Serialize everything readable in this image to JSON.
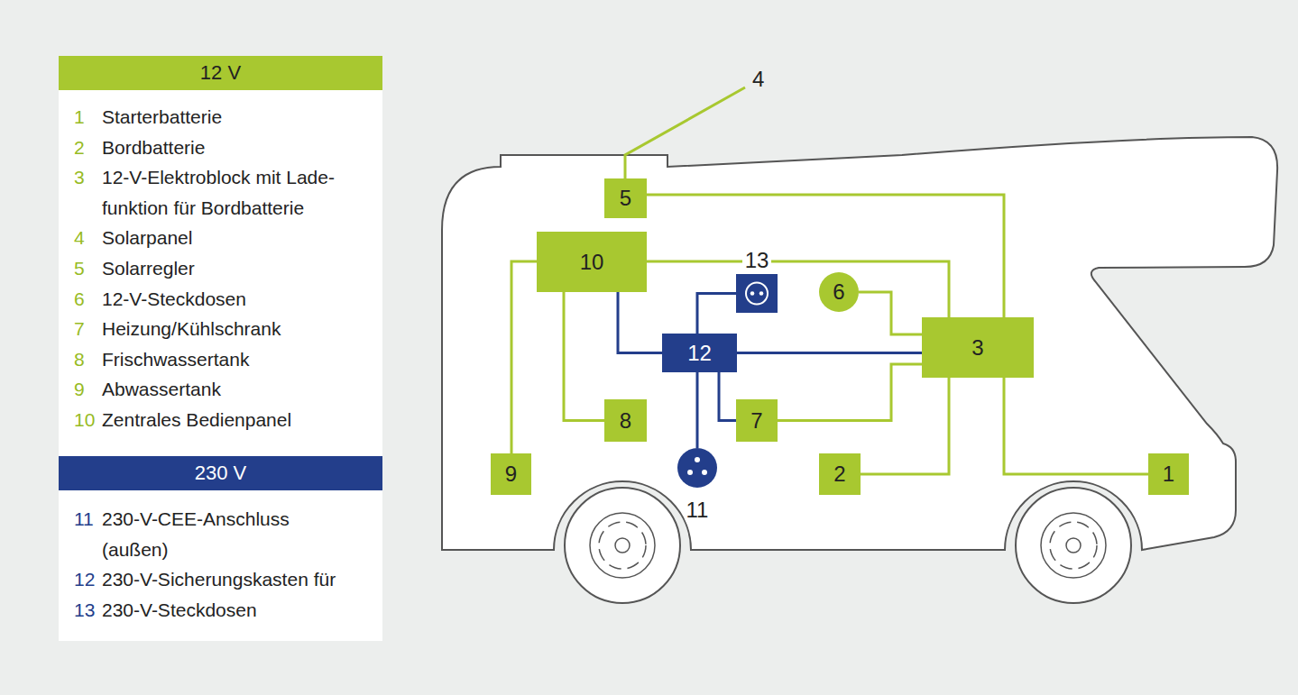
{
  "diagram": {
    "nodes": [
      {
        "text": [
          "5"
        ]
      },
      {
        "text": [
          "10"
        ]
      },
      {
        "text": [
          "13"
        ]
      },
      {
        "text": [
          "6"
        ]
      },
      {
        "text": [
          "12"
        ]
      },
      {
        "text": [
          "3"
        ]
      },
      {
        "text": [
          "8"
        ]
      },
      {
        "text": [
          "7"
        ]
      },
      {
        "text": [
          "9"
        ]
      },
      {
        "text": [
          "11"
        ]
      },
      {
        "text": [
          "2"
        ]
      },
      {
        "text": [
          "1"
        ]
      }
    ],
    "edges": [
      {
        "from": 0,
        "to": 5,
        "arrow": "none"
      },
      {
        "from": 1,
        "to": 5,
        "arrow": "none"
      },
      {
        "from": 1,
        "to": 8,
        "arrow": "none"
      },
      {
        "from": 1,
        "to": 6,
        "arrow": "none"
      },
      {
        "from": 1,
        "to": 4,
        "arrow": "none"
      },
      {
        "from": 4,
        "to": 2,
        "arrow": "none"
      },
      {
        "from": 4,
        "to": 5,
        "arrow": "none"
      },
      {
        "from": 4,
        "to": 9,
        "arrow": "none"
      },
      {
        "from": 4,
        "to": 7,
        "arrow": "none"
      },
      {
        "from": 7,
        "to": 5,
        "arrow": "none"
      },
      {
        "from": 3,
        "to": 5,
        "arrow": "none"
      },
      {
        "from": 5,
        "to": 10,
        "arrow": "none"
      },
      {
        "from": 5,
        "to": 11,
        "arrow": "none"
      }
    ],
    "labels": [
      "4",
      "1",
      "Starterbatterie",
      "2",
      "Bordbatterie",
      "3",
      "12-V-Elektroblock mit Lade- funktion für Bordbatterie",
      "4",
      "Solarpanel",
      "5",
      "Solarregler",
      "6",
      "12-V-Steckdosen",
      "7",
      "Heizung/Kühlschrank",
      "8",
      "Frischwassertank",
      "9",
      "Abwassertank",
      "10",
      "Zentrales Bedienpanel",
      "11",
      "230-V-CEE-Anschluss (außen)",
      "12",
      "230-V-Sicherungskasten für",
      "13",
      "230-V-Steckdosen"
    ],
    "legend": [
      {
        "text": "12 V",
        "color": "#a8c830"
      },
      {
        "text": "230 V",
        "color": "#233e8b"
      }
    ]
  }
}
